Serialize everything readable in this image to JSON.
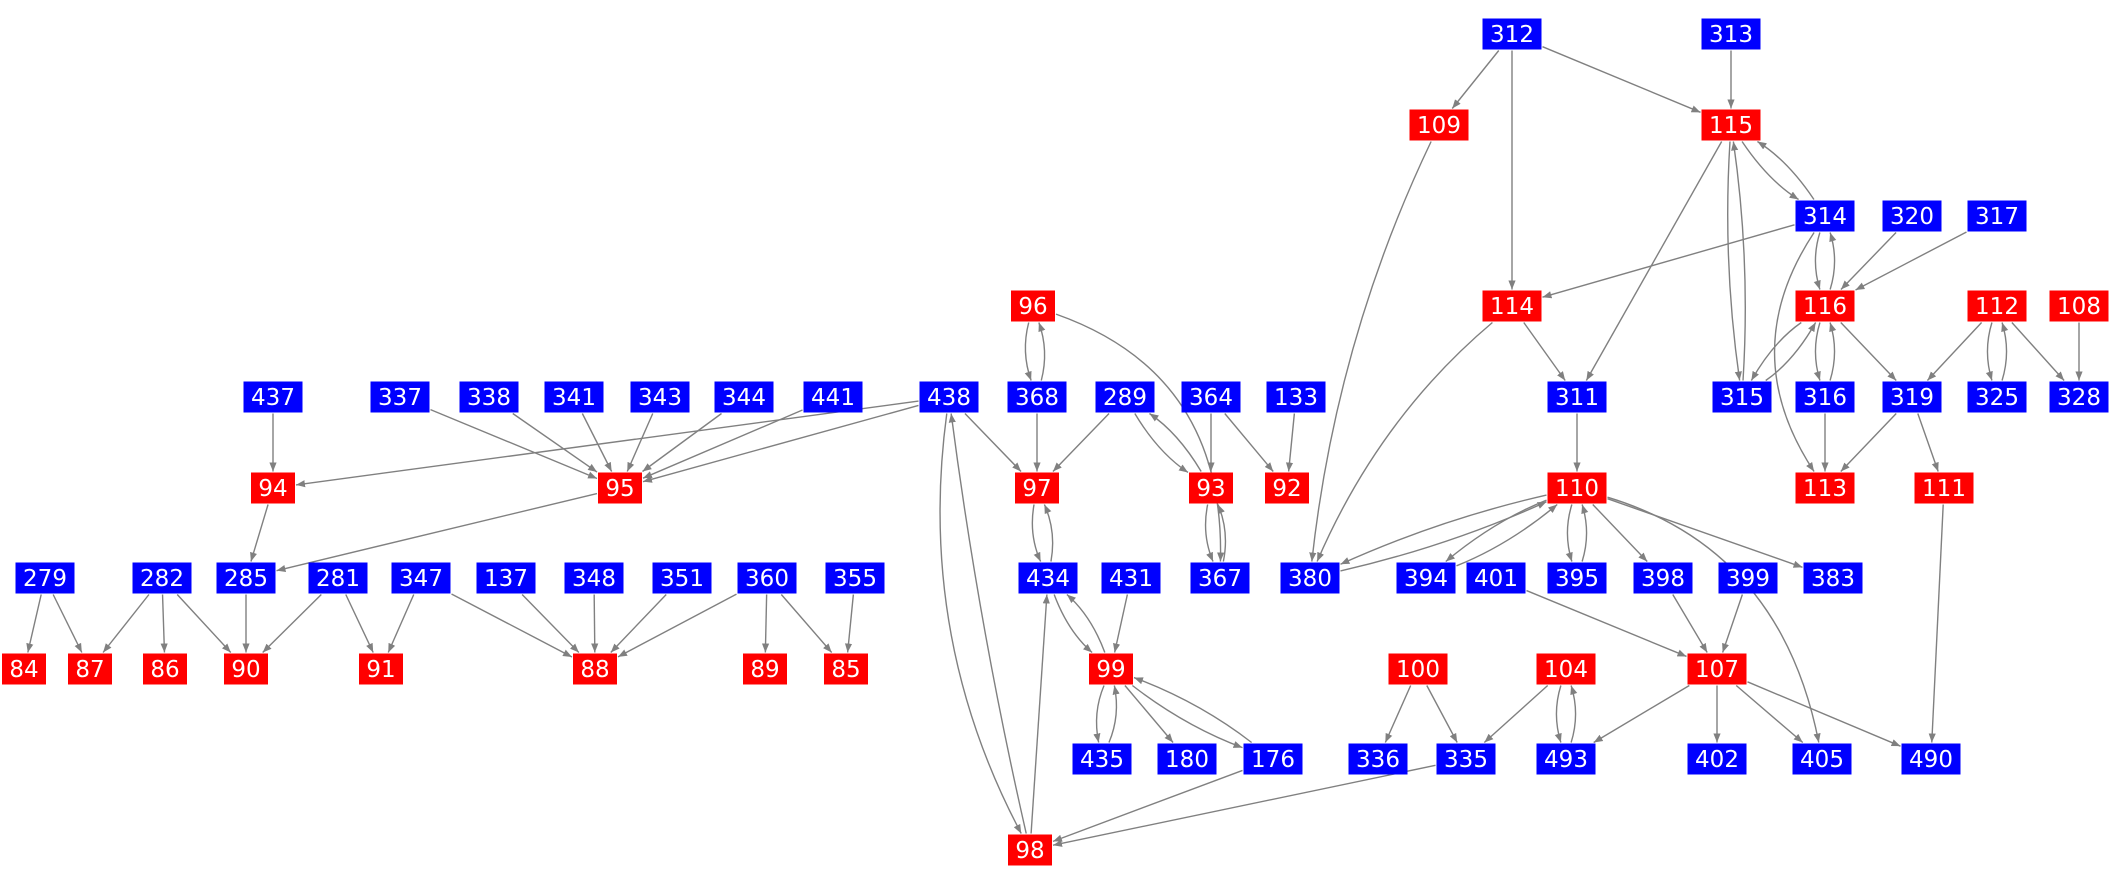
{
  "colors": {
    "red": "#ff0000",
    "blue": "#0000ff",
    "edge": "#808080"
  },
  "nodes": [
    {
      "label": "312",
      "color": "blue"
    },
    {
      "label": "313",
      "color": "blue"
    },
    {
      "label": "109",
      "color": "red"
    },
    {
      "label": "115",
      "color": "red"
    },
    {
      "label": "314",
      "color": "blue"
    },
    {
      "label": "320",
      "color": "blue"
    },
    {
      "label": "317",
      "color": "blue"
    },
    {
      "label": "96",
      "color": "red"
    },
    {
      "label": "114",
      "color": "red"
    },
    {
      "label": "116",
      "color": "red"
    },
    {
      "label": "112",
      "color": "red"
    },
    {
      "label": "108",
      "color": "red"
    },
    {
      "label": "437",
      "color": "blue"
    },
    {
      "label": "337",
      "color": "blue"
    },
    {
      "label": "338",
      "color": "blue"
    },
    {
      "label": "341",
      "color": "blue"
    },
    {
      "label": "343",
      "color": "blue"
    },
    {
      "label": "344",
      "color": "blue"
    },
    {
      "label": "441",
      "color": "blue"
    },
    {
      "label": "438",
      "color": "blue"
    },
    {
      "label": "368",
      "color": "blue"
    },
    {
      "label": "289",
      "color": "blue"
    },
    {
      "label": "364",
      "color": "blue"
    },
    {
      "label": "133",
      "color": "blue"
    },
    {
      "label": "311",
      "color": "blue"
    },
    {
      "label": "315",
      "color": "blue"
    },
    {
      "label": "316",
      "color": "blue"
    },
    {
      "label": "319",
      "color": "blue"
    },
    {
      "label": "325",
      "color": "blue"
    },
    {
      "label": "328",
      "color": "blue"
    },
    {
      "label": "94",
      "color": "red"
    },
    {
      "label": "95",
      "color": "red"
    },
    {
      "label": "97",
      "color": "red"
    },
    {
      "label": "93",
      "color": "red"
    },
    {
      "label": "92",
      "color": "red"
    },
    {
      "label": "110",
      "color": "red"
    },
    {
      "label": "113",
      "color": "red"
    },
    {
      "label": "111",
      "color": "red"
    },
    {
      "label": "279",
      "color": "blue"
    },
    {
      "label": "282",
      "color": "blue"
    },
    {
      "label": "285",
      "color": "blue"
    },
    {
      "label": "281",
      "color": "blue"
    },
    {
      "label": "347",
      "color": "blue"
    },
    {
      "label": "137",
      "color": "blue"
    },
    {
      "label": "348",
      "color": "blue"
    },
    {
      "label": "351",
      "color": "blue"
    },
    {
      "label": "360",
      "color": "blue"
    },
    {
      "label": "355",
      "color": "blue"
    },
    {
      "label": "434",
      "color": "blue"
    },
    {
      "label": "431",
      "color": "blue"
    },
    {
      "label": "367",
      "color": "blue"
    },
    {
      "label": "380",
      "color": "blue"
    },
    {
      "label": "394",
      "color": "blue"
    },
    {
      "label": "401",
      "color": "blue"
    },
    {
      "label": "395",
      "color": "blue"
    },
    {
      "label": "398",
      "color": "blue"
    },
    {
      "label": "399",
      "color": "blue"
    },
    {
      "label": "383",
      "color": "blue"
    },
    {
      "label": "84",
      "color": "red"
    },
    {
      "label": "87",
      "color": "red"
    },
    {
      "label": "86",
      "color": "red"
    },
    {
      "label": "90",
      "color": "red"
    },
    {
      "label": "91",
      "color": "red"
    },
    {
      "label": "88",
      "color": "red"
    },
    {
      "label": "89",
      "color": "red"
    },
    {
      "label": "85",
      "color": "red"
    },
    {
      "label": "99",
      "color": "red"
    },
    {
      "label": "100",
      "color": "red"
    },
    {
      "label": "104",
      "color": "red"
    },
    {
      "label": "107",
      "color": "red"
    },
    {
      "label": "435",
      "color": "blue"
    },
    {
      "label": "180",
      "color": "blue"
    },
    {
      "label": "176",
      "color": "blue"
    },
    {
      "label": "336",
      "color": "blue"
    },
    {
      "label": "335",
      "color": "blue"
    },
    {
      "label": "493",
      "color": "blue"
    },
    {
      "label": "402",
      "color": "blue"
    },
    {
      "label": "405",
      "color": "blue"
    },
    {
      "label": "490",
      "color": "blue"
    },
    {
      "label": "98",
      "color": "red"
    }
  ],
  "edges": [
    [
      "312",
      "109"
    ],
    [
      "312",
      "114"
    ],
    [
      "312",
      "115"
    ],
    [
      "313",
      "115"
    ],
    [
      "109",
      "380"
    ],
    [
      "115",
      "314"
    ],
    [
      "314",
      "115"
    ],
    [
      "115",
      "311"
    ],
    [
      "115",
      "315"
    ],
    [
      "315",
      "115"
    ],
    [
      "314",
      "114"
    ],
    [
      "314",
      "116"
    ],
    [
      "116",
      "314"
    ],
    [
      "314",
      "113"
    ],
    [
      "320",
      "116"
    ],
    [
      "317",
      "116"
    ],
    [
      "116",
      "315"
    ],
    [
      "315",
      "116"
    ],
    [
      "116",
      "316"
    ],
    [
      "316",
      "116"
    ],
    [
      "116",
      "319"
    ],
    [
      "112",
      "319"
    ],
    [
      "112",
      "325"
    ],
    [
      "325",
      "112"
    ],
    [
      "112",
      "328"
    ],
    [
      "108",
      "328"
    ],
    [
      "114",
      "311"
    ],
    [
      "114",
      "380"
    ],
    [
      "311",
      "110"
    ],
    [
      "316",
      "113"
    ],
    [
      "319",
      "113"
    ],
    [
      "319",
      "111"
    ],
    [
      "111",
      "490"
    ],
    [
      "110",
      "380"
    ],
    [
      "380",
      "110"
    ],
    [
      "110",
      "394"
    ],
    [
      "394",
      "110"
    ],
    [
      "110",
      "395"
    ],
    [
      "395",
      "110"
    ],
    [
      "110",
      "398"
    ],
    [
      "110",
      "383"
    ],
    [
      "110",
      "405"
    ],
    [
      "401",
      "107"
    ],
    [
      "398",
      "107"
    ],
    [
      "399",
      "107"
    ],
    [
      "107",
      "493"
    ],
    [
      "107",
      "402"
    ],
    [
      "107",
      "405"
    ],
    [
      "107",
      "490"
    ],
    [
      "100",
      "336"
    ],
    [
      "100",
      "335"
    ],
    [
      "104",
      "335"
    ],
    [
      "104",
      "493"
    ],
    [
      "493",
      "104"
    ],
    [
      "335",
      "98"
    ],
    [
      "176",
      "98"
    ],
    [
      "96",
      "368"
    ],
    [
      "368",
      "96"
    ],
    [
      "96",
      "367"
    ],
    [
      "368",
      "97"
    ],
    [
      "438",
      "97"
    ],
    [
      "289",
      "97"
    ],
    [
      "289",
      "93"
    ],
    [
      "93",
      "289"
    ],
    [
      "364",
      "93"
    ],
    [
      "364",
      "92"
    ],
    [
      "133",
      "92"
    ],
    [
      "93",
      "367"
    ],
    [
      "367",
      "93"
    ],
    [
      "97",
      "434"
    ],
    [
      "434",
      "97"
    ],
    [
      "434",
      "99"
    ],
    [
      "99",
      "434"
    ],
    [
      "431",
      "99"
    ],
    [
      "99",
      "435"
    ],
    [
      "435",
      "99"
    ],
    [
      "99",
      "180"
    ],
    [
      "99",
      "176"
    ],
    [
      "176",
      "99"
    ],
    [
      "438",
      "98"
    ],
    [
      "98",
      "438"
    ],
    [
      "98",
      "434"
    ],
    [
      "437",
      "94"
    ],
    [
      "438",
      "94"
    ],
    [
      "438",
      "95"
    ],
    [
      "337",
      "95"
    ],
    [
      "338",
      "95"
    ],
    [
      "341",
      "95"
    ],
    [
      "343",
      "95"
    ],
    [
      "344",
      "95"
    ],
    [
      "441",
      "95"
    ],
    [
      "94",
      "285"
    ],
    [
      "95",
      "285"
    ],
    [
      "279",
      "84"
    ],
    [
      "279",
      "87"
    ],
    [
      "282",
      "87"
    ],
    [
      "282",
      "86"
    ],
    [
      "282",
      "90"
    ],
    [
      "285",
      "90"
    ],
    [
      "281",
      "90"
    ],
    [
      "281",
      "91"
    ],
    [
      "347",
      "91"
    ],
    [
      "347",
      "88"
    ],
    [
      "137",
      "88"
    ],
    [
      "348",
      "88"
    ],
    [
      "351",
      "88"
    ],
    [
      "360",
      "88"
    ],
    [
      "360",
      "89"
    ],
    [
      "360",
      "85"
    ],
    [
      "355",
      "85"
    ]
  ]
}
